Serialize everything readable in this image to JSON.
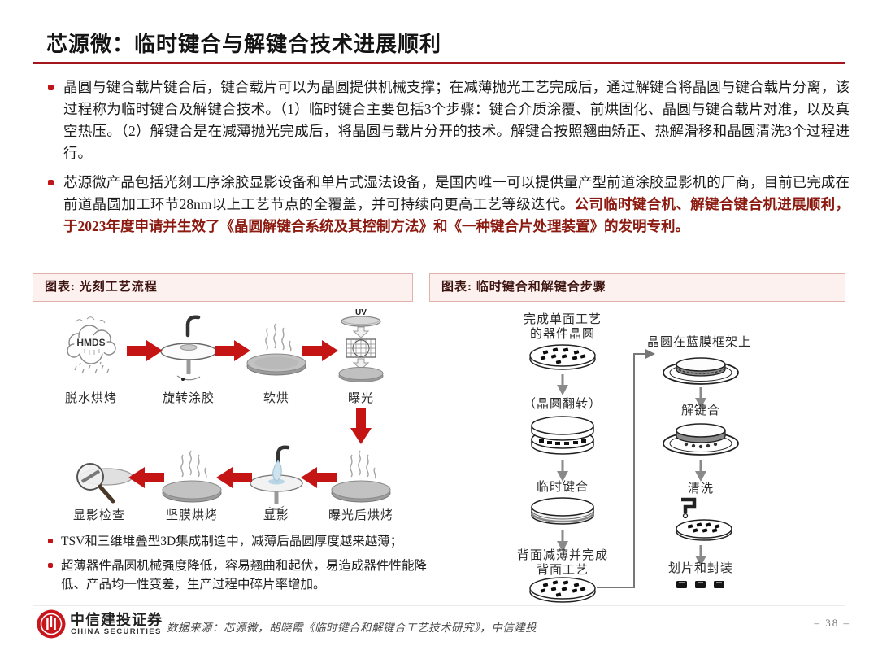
{
  "page": {
    "title": "芯源微：临时键合与解键合技术进展顺利",
    "page_number": "– 38 –"
  },
  "colors": {
    "accent_red": "#A5161C",
    "arrow_red": "#C41414",
    "emphasis_red": "#8C1A10",
    "figure_header_bg": "#FCF1EF",
    "figure_header_border": "#DFB3AB"
  },
  "bullets": {
    "b1": "晶圆与键合载片键合后，键合载片可以为晶圆提供机械支撑；在减薄抛光工艺完成后，通过解键合将晶圆与键合载片分离，该过程称为临时键合及解键合技术。（1）临时键合主要包括3个步骤：键合介质涂覆、前烘固化、晶圆与键合载片对准，以及真空热压。（2）解键合是在减薄抛光完成后，将晶圆与载片分开的技术。解键合按照翘曲矫正、热解滑移和晶圆清洗3个过程进行。",
    "b2_normal": "芯源微产品包括光刻工序涂胶显影设备和单片式湿法设备，是国内唯一可以提供量产型前道涂胶显影机的厂商，目前已完成在前道晶圆加工环节28nm以上工艺节点的全覆盖，并可持续向更高工艺等级迭代。",
    "b2_emphasis": "公司临时键合机、解键合键合机进展顺利，于2023年度申请并生效了《晶圆解键合系统及其控制方法》和《一种键合片处理装置》的发明专利。"
  },
  "figure_left": {
    "header": "图表: 光刻工艺流程",
    "hmds": "HMDS",
    "uv": "UV",
    "steps_top": [
      "脱水烘烤",
      "旋转涂胶",
      "软烘",
      "曝光"
    ],
    "steps_bottom": [
      "显影检查",
      "坚膜烘烤",
      "显影",
      "曝光后烘烤"
    ]
  },
  "notes": [
    "TSV和三维堆叠型3D集成制造中，减薄后晶圆厚度越来越薄；",
    "超薄器件晶圆机械强度降低，容易翘曲和起伏，易造成器件性能降低、产品均一性变差，生产过程中碎片率增加。"
  ],
  "figure_right": {
    "header": "图表: 临时键合和解键合步骤",
    "flow_left": [
      "完成单面工艺\n的器件晶圆",
      "（晶圆翻转）",
      "临时键合",
      "背面减薄并完成\n背面工艺"
    ],
    "flow_right": [
      "晶圆在蓝膜框架上",
      "解键合",
      "清洗",
      "划片和封装"
    ]
  },
  "footer": {
    "brand_cn": "中信建投证券",
    "brand_en": "CHINA SECURITIES",
    "source": "数据来源：芯源微，胡晓霞《临时键合和解键合工艺技术研究》，中信建投"
  }
}
